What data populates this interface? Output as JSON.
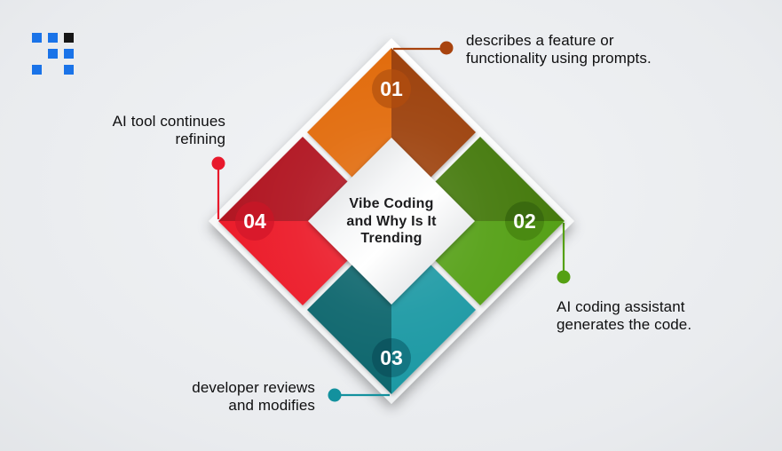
{
  "logo": {
    "blue": "#1a73e8",
    "dark": "#161616"
  },
  "center": {
    "title": "Vibe Coding\nand Why Is It\nTrending"
  },
  "segments": [
    {
      "number": "01",
      "position": "top",
      "label": "describes a feature or\nfunctionality using prompts.",
      "half_a": "#e26c10",
      "half_b": "#9d420e",
      "circle_a": "#c05a10",
      "circle_b": "#ad4b0f",
      "connector": "#a8430e"
    },
    {
      "number": "02",
      "position": "right",
      "label": "AI coding assistant\ngenerates the code.",
      "half_a": "#457a10",
      "half_b": "#55a013",
      "circle_a": "#3a6a0f",
      "circle_b": "#4a8a12",
      "connector": "#55a013"
    },
    {
      "number": "03",
      "position": "bottom",
      "label": "developer reviews\nand modifies",
      "half_a": "#0f666d",
      "half_b": "#1d99a4",
      "circle_a": "#0c5660",
      "circle_b": "#147682",
      "connector": "#13919e"
    },
    {
      "number": "04",
      "position": "left",
      "label": "AI tool continues\nrefining",
      "half_a": "#b11623",
      "half_b": "#ec1b2b",
      "circle_a": "#c41726",
      "circle_b": "#d9192b",
      "connector": "#e8192c"
    }
  ]
}
